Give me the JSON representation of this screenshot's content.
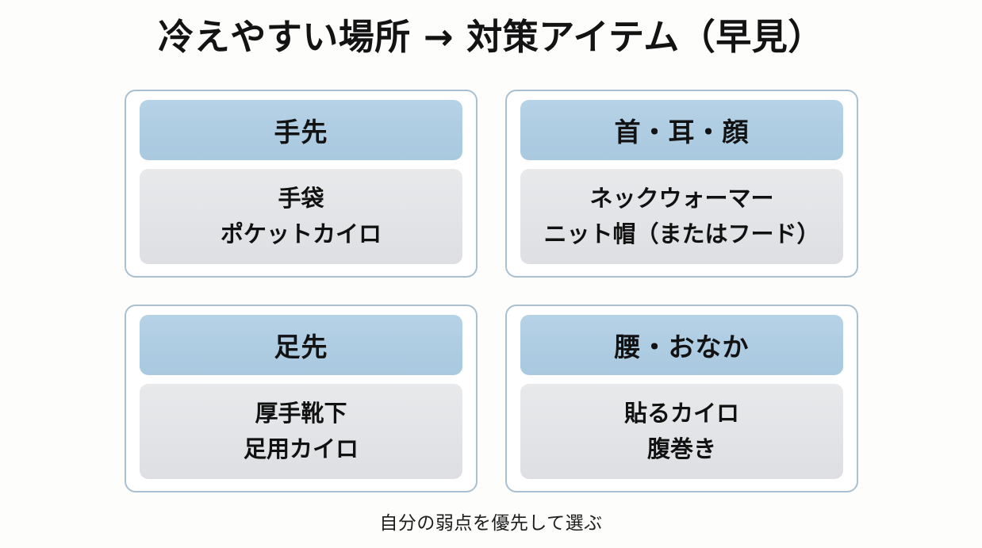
{
  "slide": {
    "title": "冷えやすい場所 → 対策アイテム（早見）",
    "footer_note": "自分の弱点を優先して選ぶ",
    "background_color": "#fdfdfc",
    "header_band_color": "#aecce2",
    "body_panel_color": "#e2e4e7",
    "card_border_color": "#a9c0d0",
    "text_color": "#121212"
  },
  "cards": [
    {
      "header": "手先",
      "items": [
        "手袋",
        "ポケットカイロ"
      ]
    },
    {
      "header": "首・耳・顔",
      "items": [
        "ネックウォーマー",
        "ニット帽（またはフード）"
      ]
    },
    {
      "header": "足先",
      "items": [
        "厚手靴下",
        "足用カイロ"
      ]
    },
    {
      "header": "腰・おなか",
      "items": [
        "貼るカイロ",
        "腹巻き"
      ]
    }
  ]
}
